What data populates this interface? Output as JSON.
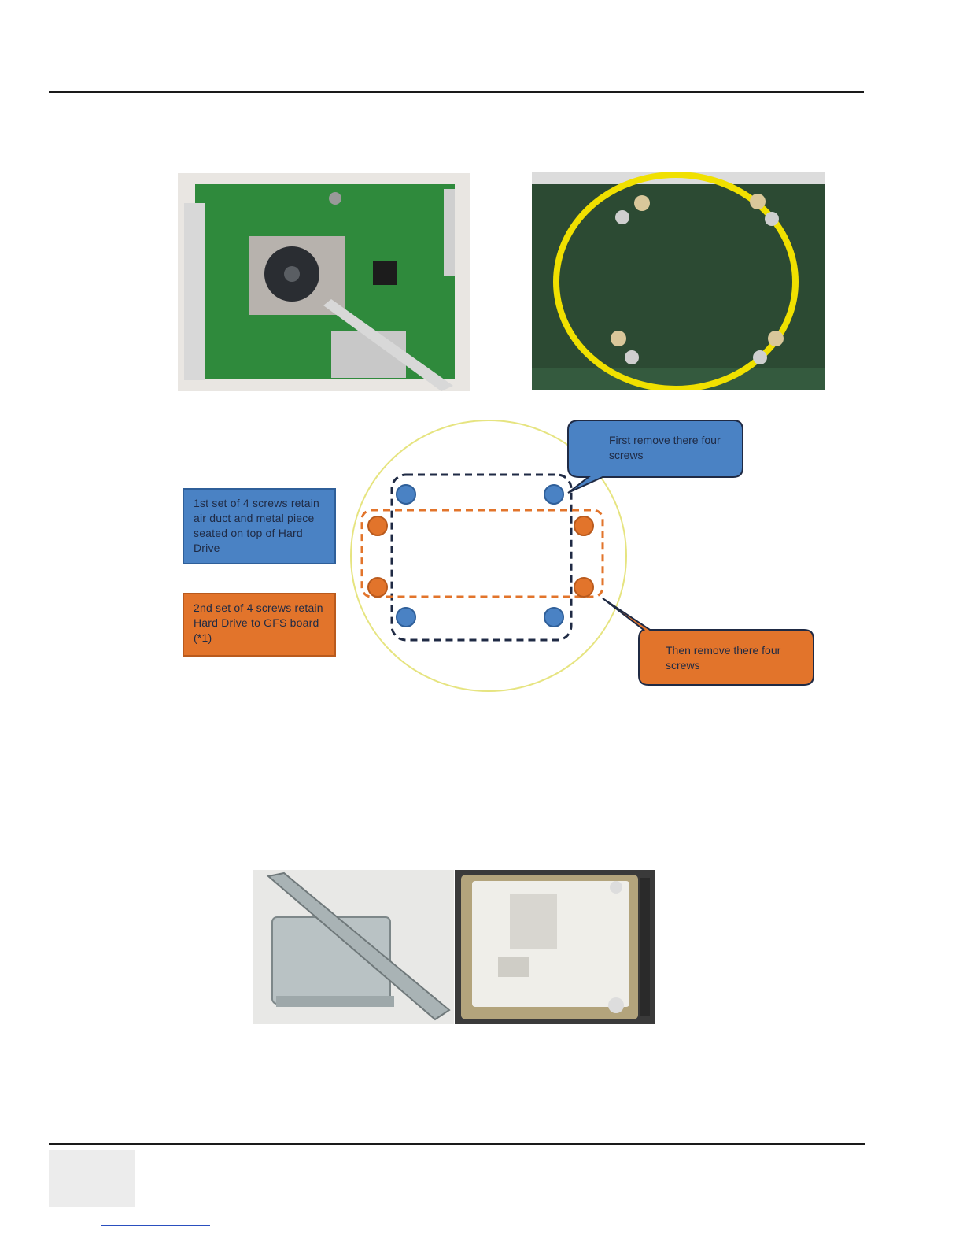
{
  "diagram": {
    "box_first_set": "1st set of 4 screws retain air duct and metal piece seated on top of Hard Drive",
    "box_second_set": "2nd set of 4 screws retain Hard Drive to GFS board (*1)",
    "bubble_first": "First remove there four screws",
    "bubble_then": "Then remove there four screws"
  },
  "colors": {
    "blue": "#4a82c4",
    "orange": "#e2742b",
    "yellow_circle": "#f0e000",
    "navy_dash": "#1f2a44"
  },
  "photos": [
    "gfs-board-top-photo",
    "gfs-board-underside-screws-photo",
    "hard-drive-bracket-photo",
    "hard-drive-photo"
  ]
}
